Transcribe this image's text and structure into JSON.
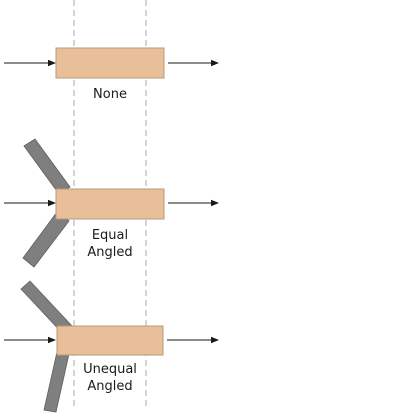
{
  "labels": {
    "none": "None",
    "equal_line1": "Equal",
    "equal_line2": "Angled",
    "unequal_line1": "Unequal",
    "unequal_line2": "Angled"
  },
  "colors": {
    "block_fill": "#e8bf98",
    "block_stroke": "#b89878",
    "bar_fill": "#7f7f7f",
    "bar_stroke": "#5e5e5e",
    "arrow": "#1a1a1a",
    "guide": "#aaaaaa"
  }
}
